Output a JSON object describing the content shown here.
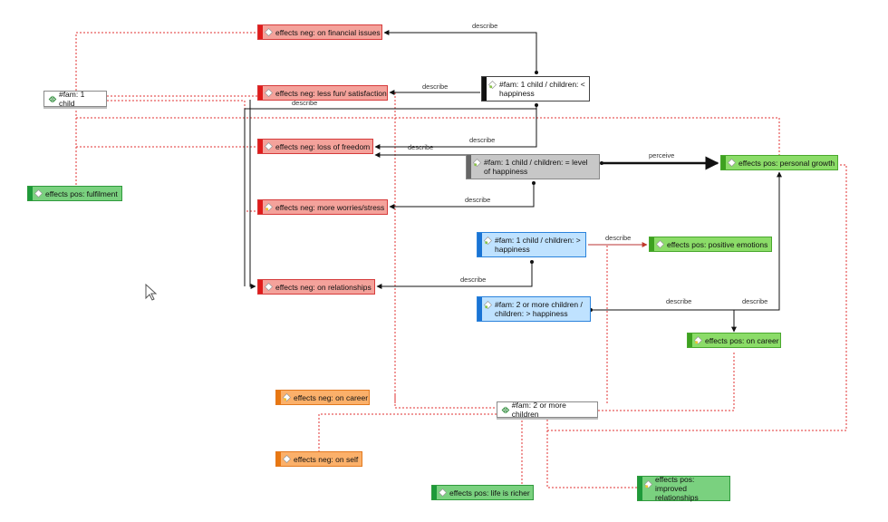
{
  "diagram": {
    "nodes": {
      "neg_financial": "effects neg: on financial issues",
      "neg_fun": "effects neg: less fun/ satisfaction",
      "neg_freedom": "effects neg: loss of freedom",
      "neg_worries": "effects neg: more worries/stress",
      "neg_relationships": "effects neg: on relationships",
      "fam_less": "#fam: 1 child / children: < happiness",
      "fam_equal": "#fam: 1 child / children: = level of happiness",
      "fam_more": "#fam: 1 child / children: > happiness",
      "fam2_more": "#fam: 2 or more children / children: > happiness",
      "pos_growth": "effects pos: personal growth",
      "pos_emotions": "effects pos: positive emotions",
      "pos_career": "effects pos: on career",
      "pos_fulfilment": "effects pos: fulfilment",
      "neg_career": "effects neg: on career",
      "neg_self": "effects neg: on self",
      "pos_richer": "effects pos: life is richer",
      "pos_improved": "effects pos: improved relationships"
    },
    "groups": {
      "one_child": "#fam: 1 child",
      "two_children": "#fam: 2 or more  children"
    },
    "edge_labels": {
      "describe_1": "describe",
      "describe_2": "describe",
      "describe_3": "describe",
      "describe_4": "describe",
      "describe_5": "describe",
      "describe_6": "describe",
      "describe_7": "describe",
      "describe_8": "describe",
      "describe_9": "describe",
      "describe_10": "describe",
      "perceive": "perceive"
    },
    "colors": {
      "negative": "#f4a29b",
      "positive": "#7ad17f",
      "positive_bright": "#8bdc68",
      "orange": "#fbb06a",
      "blue": "#bfe2ff",
      "grey": "#c7c7c7",
      "link_dotted": "#e03131",
      "link_solid": "#111111"
    }
  }
}
